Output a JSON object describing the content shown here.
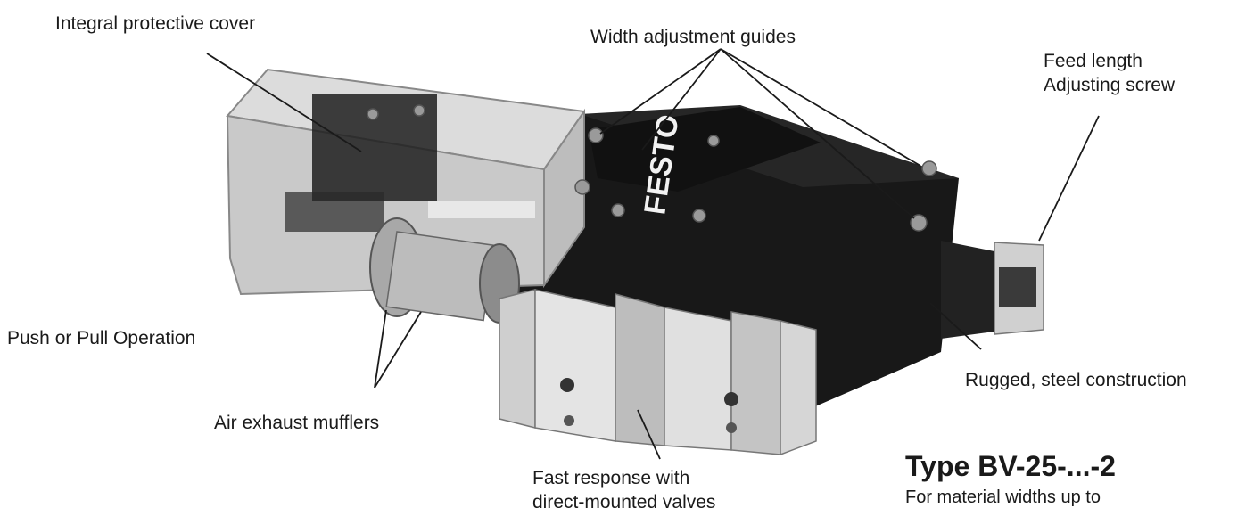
{
  "labels": {
    "cover": "Integral protective cover",
    "guides": "Width adjustment guides",
    "feed_line1": "Feed length",
    "feed_line2": "Adjusting screw",
    "push_pull": "Push or Pull Operation",
    "steel": "Rugged, steel construction",
    "mufflers": "Air exhaust mufflers",
    "valves_line1": "Fast response with",
    "valves_line2": "direct-mounted valves"
  },
  "product": {
    "brand": "FESTO",
    "type_title": "Type BV-25-...-2",
    "type_sub": "For material widths up to"
  },
  "colors": {
    "text": "#1a1a1a",
    "body_dark": "#181818",
    "cover": "#cfcfcf",
    "valve": "#d8d8d8"
  }
}
